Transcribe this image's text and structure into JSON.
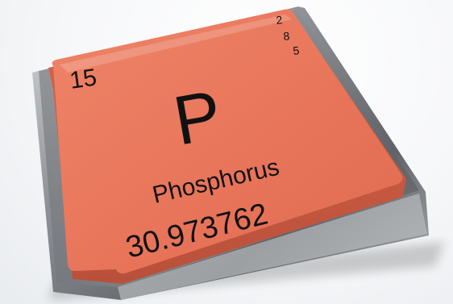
{
  "element": {
    "atomic_number": "15",
    "symbol": "P",
    "name": "Phosphorus",
    "atomic_mass": "30.973762",
    "electron_shells": [
      "2",
      "8",
      "5"
    ]
  },
  "colors": {
    "tile_face": "#e9765a",
    "tile_edge": "#c95a40",
    "base_metal": "#8c8f93",
    "base_highlight": "#c9cccf",
    "text": "#111111"
  }
}
